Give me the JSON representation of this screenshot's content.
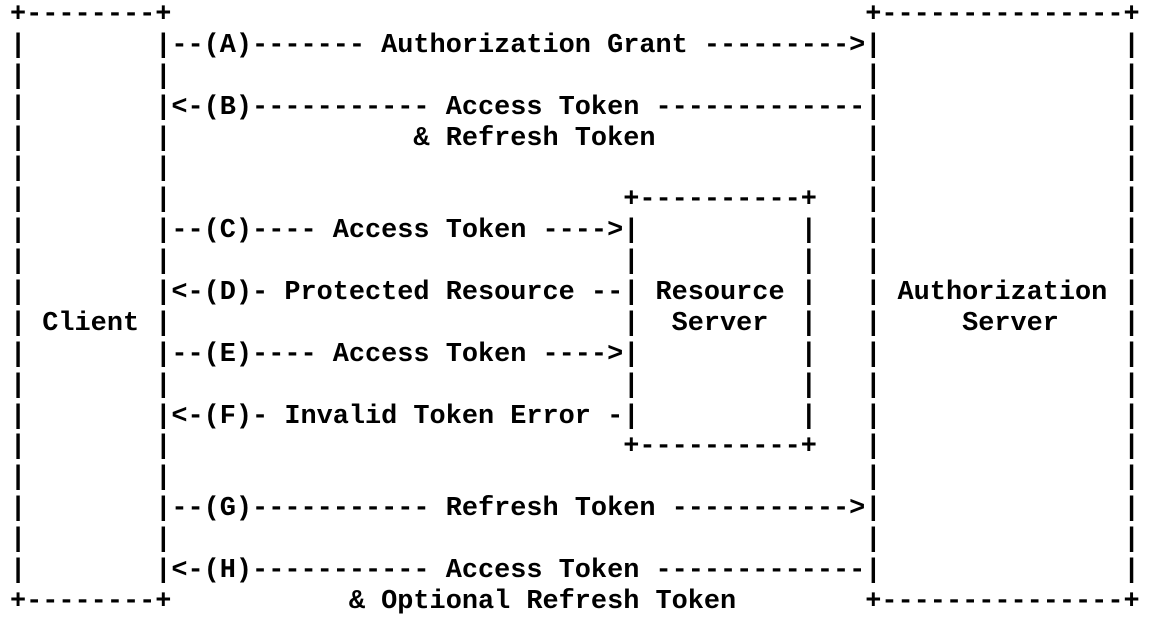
{
  "diagram": {
    "kind": "ascii-flow-diagram",
    "text_color": "#000000",
    "background_color": "#ffffff",
    "entities": [
      {
        "name": "Client"
      },
      {
        "name": "Resource Server"
      },
      {
        "name": "Authorization Server"
      }
    ],
    "steps": [
      {
        "label": "(A)",
        "message": "Authorization Grant",
        "direction": "client-to-authorization-server"
      },
      {
        "label": "(B)",
        "message": "Access Token & Refresh Token",
        "direction": "authorization-server-to-client"
      },
      {
        "label": "(C)",
        "message": "Access Token",
        "direction": "client-to-resource-server"
      },
      {
        "label": "(D)",
        "message": "Protected Resource",
        "direction": "resource-server-to-client"
      },
      {
        "label": "(E)",
        "message": "Access Token",
        "direction": "client-to-resource-server"
      },
      {
        "label": "(F)",
        "message": "Invalid Token Error",
        "direction": "resource-server-to-client"
      },
      {
        "label": "(G)",
        "message": "Refresh Token",
        "direction": "client-to-authorization-server"
      },
      {
        "label": "(H)",
        "message": "Access Token & Optional Refresh Token",
        "direction": "authorization-server-to-client"
      }
    ],
    "ascii_lines": [
      "+--------+                                           +---------------+",
      "|        |--(A)------- Authorization Grant --------->|               |",
      "|        |                                           |               |",
      "|        |<-(B)----------- Access Token -------------|               |",
      "|        |               & Refresh Token             |               |",
      "|        |                                           |               |",
      "|        |                            +----------+   |               |",
      "|        |--(C)---- Access Token ---->|          |   |               |",
      "|        |                            |          |   |               |",
      "|        |<-(D)- Protected Resource --| Resource |   | Authorization |",
      "| Client |                            |  Server  |   |     Server    |",
      "|        |--(E)---- Access Token ---->|          |   |               |",
      "|        |                            |          |   |               |",
      "|        |<-(F)- Invalid Token Error -|          |   |               |",
      "|        |                            +----------+   |               |",
      "|        |                                           |               |",
      "|        |--(G)----------- Refresh Token ----------->|               |",
      "|        |                                           |               |",
      "|        |<-(H)----------- Access Token -------------|               |",
      "+--------+           & Optional Refresh Token        +---------------+"
    ]
  }
}
